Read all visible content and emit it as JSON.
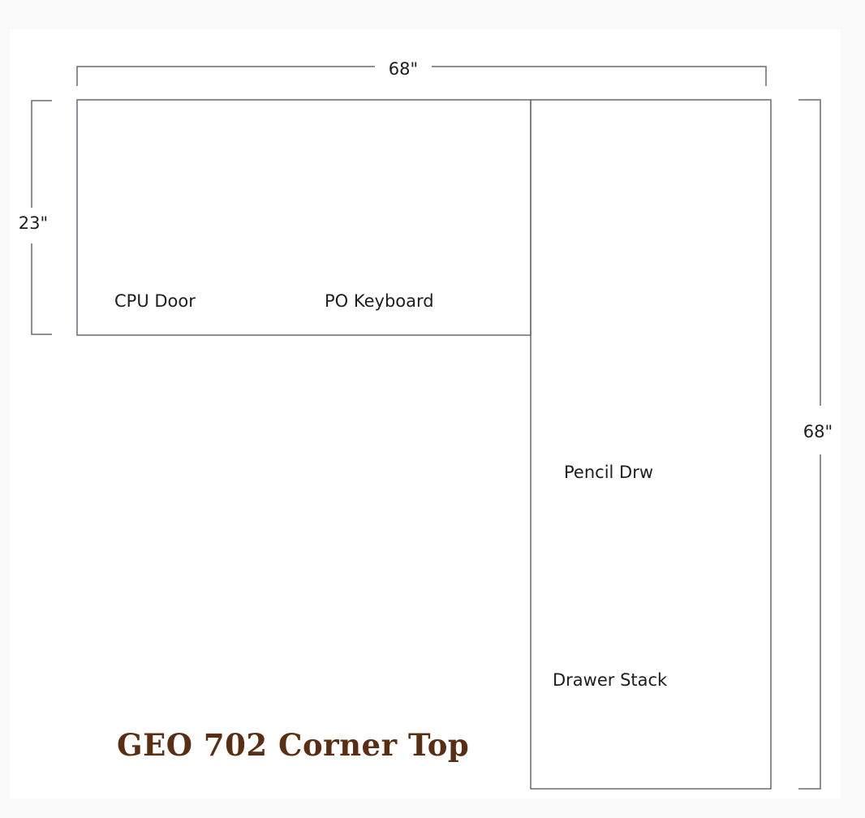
{
  "title": "GEO 702 Corner Top",
  "title_color": "#5a2e12",
  "line_color": "#666c74",
  "dimensions": {
    "top_width": "68\"",
    "left_depth": "23\"",
    "right_length": "68\""
  },
  "components": {
    "cpu_door": "CPU Door",
    "po_keyboard": "PO Keyboard",
    "pencil_drawer": "Pencil Drw",
    "drawer_stack": "Drawer Stack"
  }
}
